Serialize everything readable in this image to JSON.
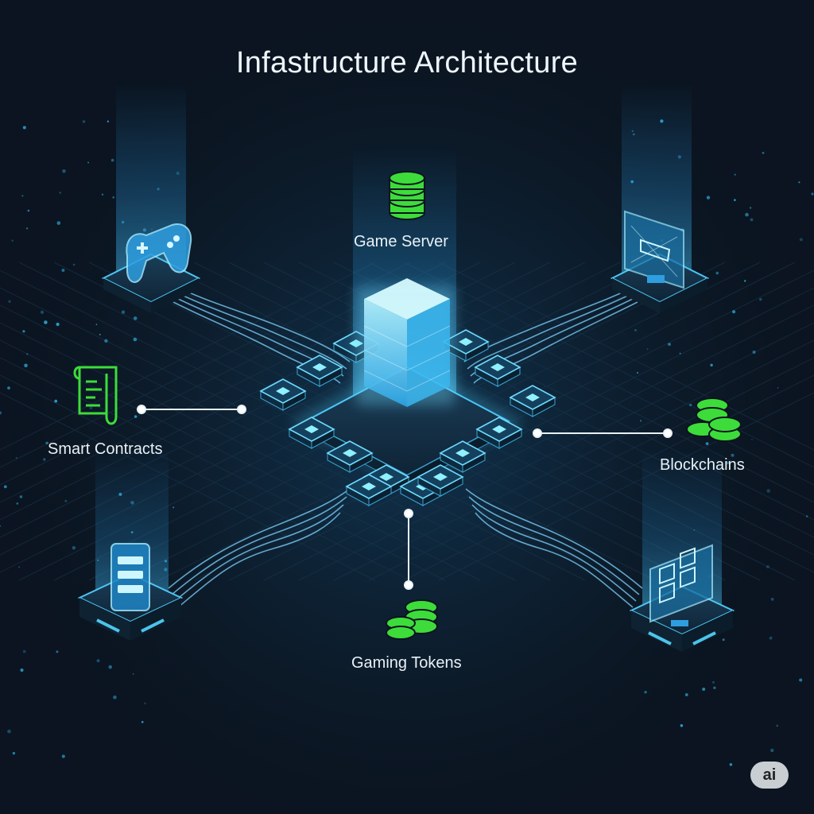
{
  "title": "Infastructure Architecture",
  "nodes": {
    "game_server": "Game Server",
    "smart_contracts": "Smart Contracts",
    "blockchains": "Blockchains",
    "gaming_tokens": "Gaming Tokens"
  },
  "badge": "ai",
  "colors": {
    "background": "#0b1420",
    "glow_blue": "#3ec8ff",
    "accent_green": "#3ddc3a",
    "text": "#e8f1f6"
  },
  "icons": [
    "gamepad-icon",
    "monitor-gamepad-icon",
    "server-stack-icon",
    "dashboard-monitor-icon",
    "database-icon",
    "contract-document-icon",
    "coin-stack-icon",
    "token-stack-icon"
  ]
}
